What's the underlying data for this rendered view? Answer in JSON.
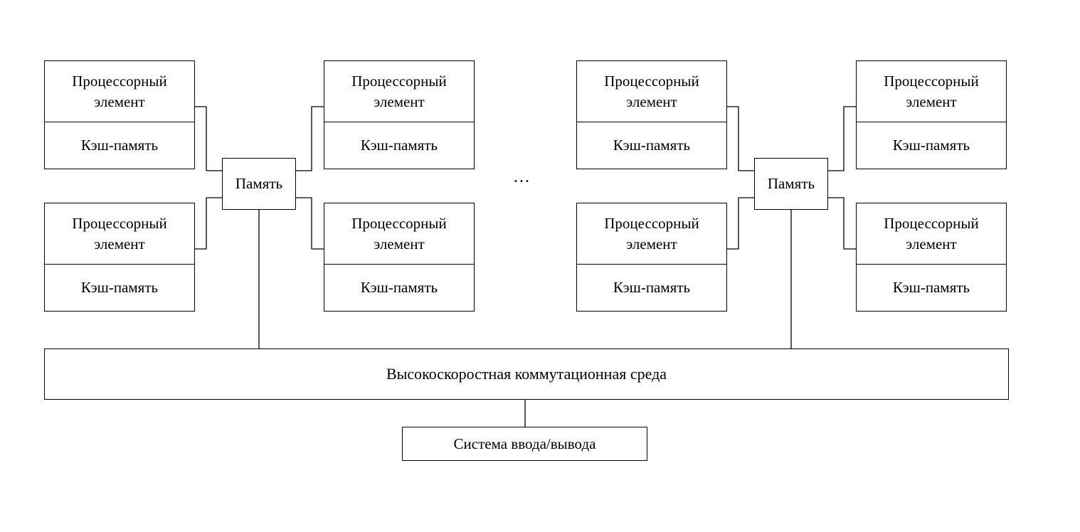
{
  "diagram": {
    "title": "Multiprocessor architecture diagram",
    "pe_title": "Процессорный элемент",
    "cache_label": "Кэш-память",
    "memory_label": "Память",
    "ellipsis": "...",
    "bus_label": "Высокоскоростная коммутационная среда",
    "io_label": "Система ввода/вывода",
    "colors": {
      "border": "#000000",
      "background": "#ffffff",
      "text": "#000000"
    },
    "structure": {
      "clusters": 2,
      "processor_elements_per_cluster": 4,
      "memory_per_cluster": 1,
      "shared_bus": "Высокоскоростная коммутационная среда",
      "io_attached_to": "Высокоскоростная коммутационная среда"
    }
  }
}
